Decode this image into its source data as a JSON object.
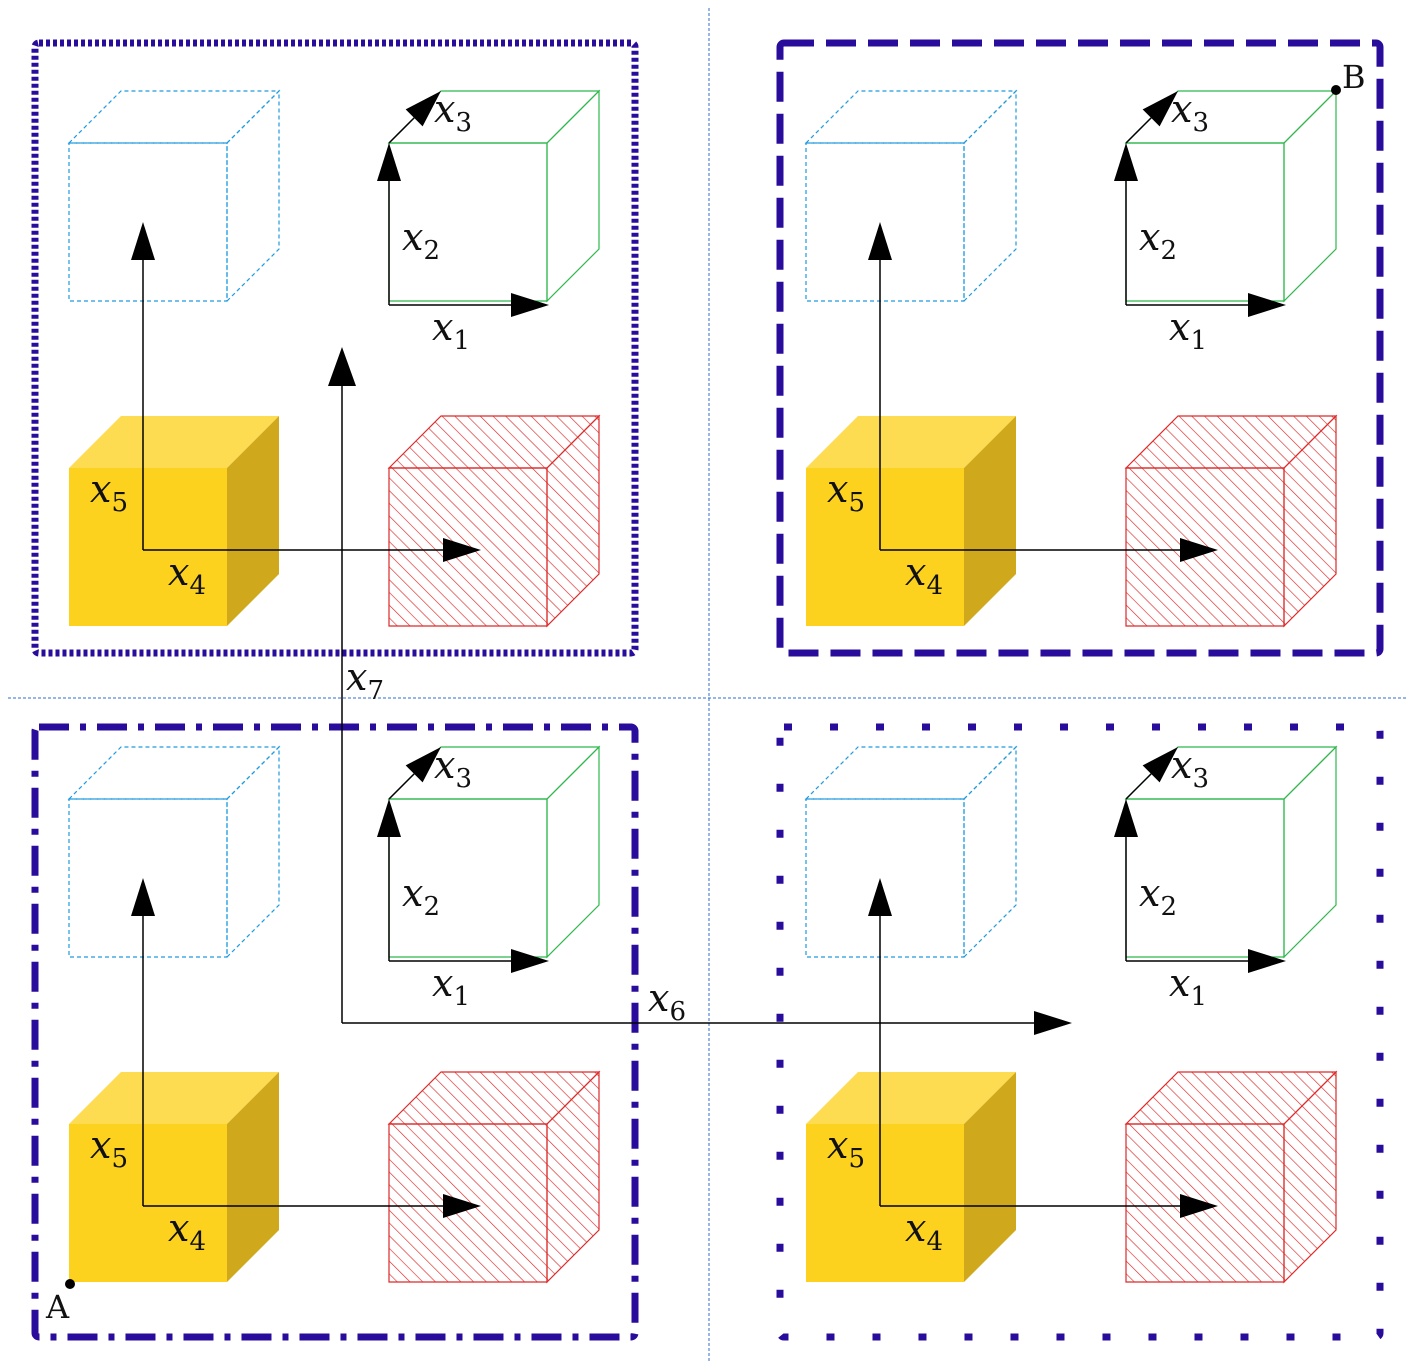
{
  "colors": {
    "frame": "#2a0c9c",
    "guide": "#2f6ccf",
    "blue_cube": "#1e9bdf",
    "green_cube": "#2eb84c",
    "red_cube": "#dd2a2a",
    "yellow_front": "#fdd21f",
    "yellow_top": "#fedc52",
    "yellow_side": "#cfa81b",
    "arrow": "#000000"
  },
  "quadrants": [
    {
      "id": "top-left",
      "frame_style": "dotted"
    },
    {
      "id": "top-right",
      "frame_style": "dashed"
    },
    {
      "id": "bottom-left",
      "frame_style": "dash-dot"
    },
    {
      "id": "bottom-right",
      "frame_style": "sparse-dotted"
    }
  ],
  "cubes": [
    {
      "name": "blue-dashed-cube",
      "style": "dashed outline"
    },
    {
      "name": "green-cube",
      "style": "outline"
    },
    {
      "name": "yellow-solid-cube",
      "style": "filled"
    },
    {
      "name": "red-hatched-cube",
      "style": "hatched"
    }
  ],
  "labels": {
    "x1": {
      "base": "x",
      "sub": "1"
    },
    "x2": {
      "base": "x",
      "sub": "2"
    },
    "x3": {
      "base": "x",
      "sub": "3"
    },
    "x4": {
      "base": "x",
      "sub": "4"
    },
    "x5": {
      "base": "x",
      "sub": "5"
    },
    "x6": {
      "base": "x",
      "sub": "6"
    },
    "x7": {
      "base": "x",
      "sub": "7"
    }
  },
  "points": {
    "A": "A",
    "B": "B"
  }
}
